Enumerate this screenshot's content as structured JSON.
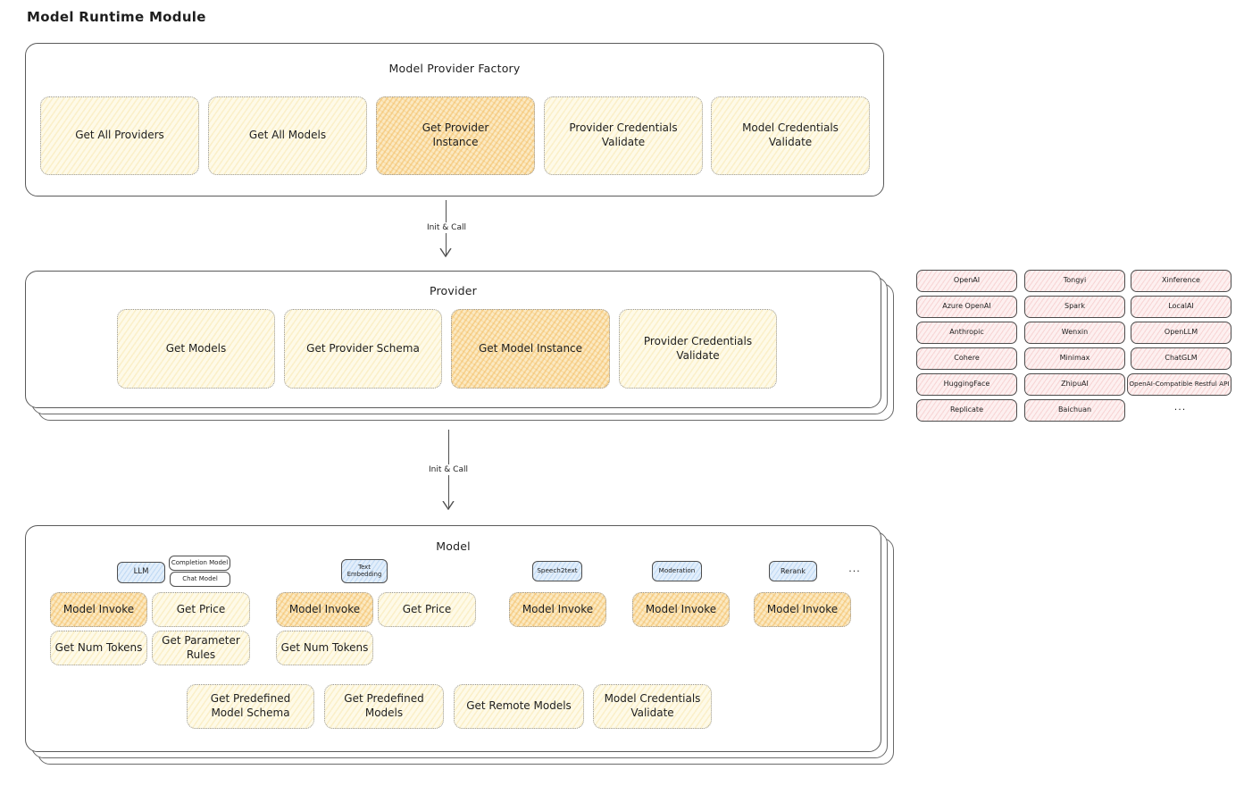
{
  "page": {
    "title": "Model Runtime Module"
  },
  "arrows": {
    "init_call": "Init & Call"
  },
  "factory": {
    "title": "Model Provider Factory",
    "buttons": [
      {
        "label": "Get All Providers",
        "highlight": false
      },
      {
        "label": "Get All Models",
        "highlight": false
      },
      {
        "label": "Get Provider Instance",
        "highlight": true
      },
      {
        "label": "Provider Credentials Validate",
        "highlight": false
      },
      {
        "label": "Model Credentials Validate",
        "highlight": false
      }
    ]
  },
  "provider": {
    "title": "Provider",
    "buttons": [
      {
        "label": "Get Models",
        "highlight": false
      },
      {
        "label": "Get Provider Schema",
        "highlight": false
      },
      {
        "label": "Get Model Instance",
        "highlight": true
      },
      {
        "label": "Provider Credentials Validate",
        "highlight": false
      }
    ]
  },
  "providers_grid": {
    "columns": [
      [
        "OpenAI",
        "Azure OpenAI",
        "Anthropic",
        "Cohere",
        "HuggingFace",
        "Replicate"
      ],
      [
        "Tongyi",
        "Spark",
        "Wenxin",
        "Minimax",
        "ZhipuAI",
        "Baichuan"
      ],
      [
        "Xinference",
        "LocalAI",
        "OpenLLM",
        "ChatGLM",
        "OpenAI-Compatible Restful API"
      ]
    ],
    "more": "..."
  },
  "model": {
    "title": "Model",
    "tags": {
      "llm": "LLM",
      "completion_model": "Completion Model",
      "chat_model": "Chat Model",
      "text_embedding": "Text Embedding",
      "speech2text": "Speech2text",
      "moderation": "Moderation",
      "rerank": "Rerank",
      "more": "..."
    },
    "buttons": {
      "model_invoke": "Model Invoke",
      "get_price": "Get Price",
      "get_num_tokens": "Get Num Tokens",
      "get_parameter_rules": "Get Parameter Rules",
      "get_predefined_model_schema": "Get Predefined Model Schema",
      "get_predefined_models": "Get Predefined Models",
      "get_remote_models": "Get Remote Models",
      "model_credentials_validate": "Model Credentials Validate"
    }
  },
  "colors": {
    "action_fill": "#fefae8",
    "action_highlight_fill": "#fbe9c2",
    "provider_pill_fill": "#fdf0f0",
    "tag_fill": "#e2eefb",
    "stroke_dark": "#5a5a5a",
    "stroke_dotted": "#979797"
  }
}
